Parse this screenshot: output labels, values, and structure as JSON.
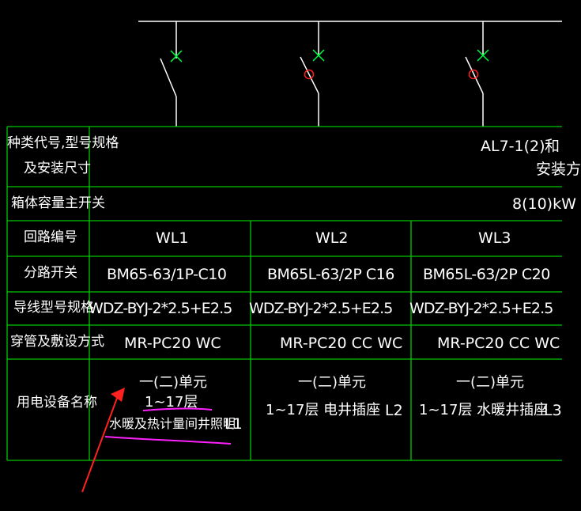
{
  "panel": {
    "row_labels": {
      "type_spec_line1": "种类代号,型号规格",
      "type_spec_line2": "及安装尺寸",
      "capacity": "箱体容量主开关",
      "circuit_no": "回路编号",
      "branch_switch": "分路开关",
      "wire_spec": "导线型号规格",
      "conduit": "穿管及敷设方式",
      "device_name": "用电设备名称"
    },
    "header": {
      "panel_code": "AL7-1(2)",
      "install_partial": "安装方",
      "capacity_value": "8(10)kW"
    },
    "circuits": [
      {
        "id": "WL1",
        "switch": "BM65-63/1P-C10",
        "wire": "WDZ-BYJ-2*2.5+E2.5",
        "conduit": "MR-PC20  WC",
        "device_line1": "一(二)单元",
        "device_line2": "1~17层",
        "device_line3": "水暖及热计量间井照明",
        "device_tag": "L1"
      },
      {
        "id": "WL2",
        "switch": "BM65L-63/2P  C16",
        "wire": "WDZ-BYJ-2*2.5+E2.5",
        "conduit": "MR-PC20  CC  WC",
        "device_line1": "一(二)单元",
        "device_line2": "1~17层   电井插座",
        "device_tag": "L2"
      },
      {
        "id": "WL3",
        "switch": "BM65L-63/2P  C20",
        "wire": "WDZ-BYJ-2*2.5+E2.5",
        "conduit": "MR-PC20  CC  WC",
        "device_line1": "一(二)单元",
        "device_line2": "1~17层   水暖井插座",
        "device_tag": "L3"
      }
    ]
  },
  "colors": {
    "grid": "#00c800",
    "text": "#ffffff",
    "breaker_x": "#00ff40",
    "rcd_circle": "#ff2020",
    "annotation": "#ff20ff",
    "arrow": "#ff2020"
  }
}
